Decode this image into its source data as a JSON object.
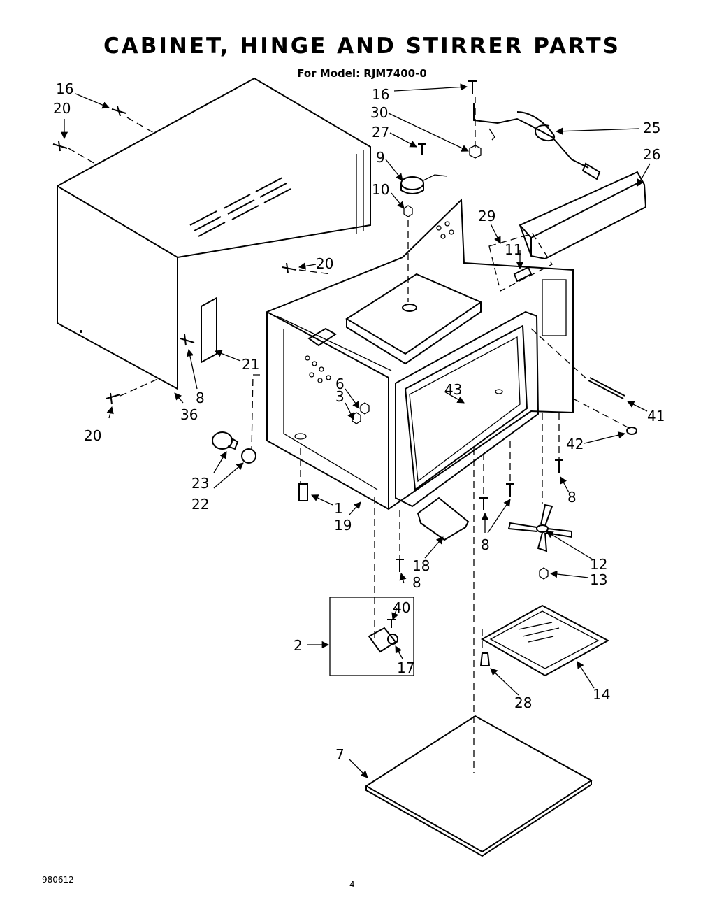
{
  "page": {
    "title": "CABINET, HINGE AND STIRRER PARTS",
    "subtitle": "For Model: RJM7400-0",
    "footer_code": "980612",
    "page_number": "4"
  },
  "callouts": {
    "c16a": "16",
    "c20a": "20",
    "c20b": "20",
    "c20c": "20",
    "c36": "36",
    "c8a": "8",
    "c21": "21",
    "c6": "6",
    "c3": "3",
    "c23": "23",
    "c22": "22",
    "c1": "1",
    "c19": "19",
    "c16b": "16",
    "c30": "30",
    "c27": "27",
    "c9": "9",
    "c10": "10",
    "c25": "25",
    "c26": "26",
    "c29": "29",
    "c11": "11",
    "c43": "43",
    "c41": "41",
    "c42": "42",
    "c8b": "8",
    "c8c": "8",
    "c12": "12",
    "c13": "13",
    "c18": "18",
    "c8d": "8",
    "c2": "2",
    "c40": "40",
    "c17": "17",
    "c28": "28",
    "c14": "14",
    "c7": "7"
  },
  "icons": {
    "cabinet": "cabinet-wrapper-outline",
    "oven": "oven-cavity-outline",
    "stirrer": "stirrer-blade-icon",
    "cord": "power-cord-icon",
    "bulb": "lamp-bulb-icon"
  }
}
